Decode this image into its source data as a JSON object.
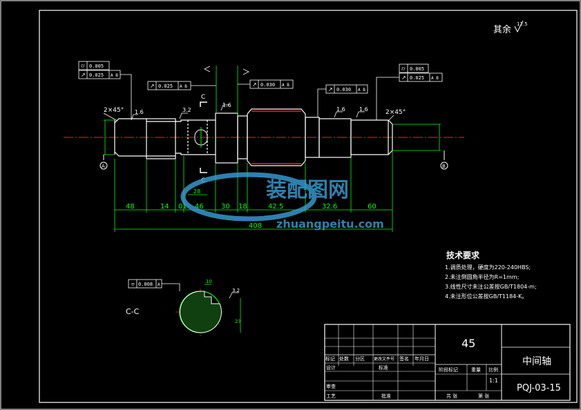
{
  "roughness_note": "其余",
  "roughness_value": "12.5",
  "tolerance_frames": {
    "left_runout": "0.005",
    "left_cyl": "0.025",
    "left_cyl_ref": "A B",
    "shoulder_runout": "0.025",
    "shoulder_ref": "A B",
    "mid_runout": "0.030",
    "mid_ref": "A B",
    "mid_right_runout": "0.030",
    "mid_right_ref": "A B",
    "right_runout": "0.005",
    "right_cyl": "0.025",
    "right_ref": "A B",
    "keyway_sym": "0.008",
    "keyway_ref": "A"
  },
  "datum_a": "A",
  "datum_b": "B",
  "chamfer_left": "2×45°",
  "chamfer_right": "2×45°",
  "roughness_marks": [
    "1.6",
    "3.2",
    "1.6",
    "1.6",
    "1.6",
    "3.2"
  ],
  "section_mark": "C",
  "dimensions": [
    "48",
    "14",
    "01",
    "46",
    "30",
    "18",
    "42.5",
    "32.6",
    "60",
    "408"
  ],
  "dim_keyway_len": "28",
  "dim_keyway_width": "10",
  "dim_keyway_depth": "27",
  "section_label": "C-C",
  "tech_title": "技术要求",
  "tech_items": [
    "1.调质处理，硬度为220-240HBS;",
    "2.未注倒圆角半径为R=1mm;",
    "3.线性尺寸未注公差按GB/T1804-m;",
    "4.未注形位公差按GB/T1184-K。"
  ],
  "watermark_cn": "装配图网",
  "watermark_url": "zhuangpeitu.com",
  "title_block": {
    "material": "45",
    "part_name": "中间轴",
    "drawing_no": "PQJ-03-15",
    "scale": "1:1",
    "labels": [
      "标记",
      "处数",
      "分区",
      "更改文件号",
      "签名",
      "年月日"
    ],
    "design": "设计",
    "standard": "标准",
    "stage_mark": "阶段标记",
    "weight": "重量",
    "ratio": "比例",
    "review": "审查",
    "process": "工艺",
    "approve": "批准",
    "sheets": "共  张",
    "sheet": "第  张"
  },
  "colors": {
    "background": "#000000",
    "outline": "#ffffff",
    "dimension": "#00ff00",
    "highlight": "#ff3b3b",
    "centerline": "#ff2020",
    "watermark": "#3aa0d8"
  }
}
